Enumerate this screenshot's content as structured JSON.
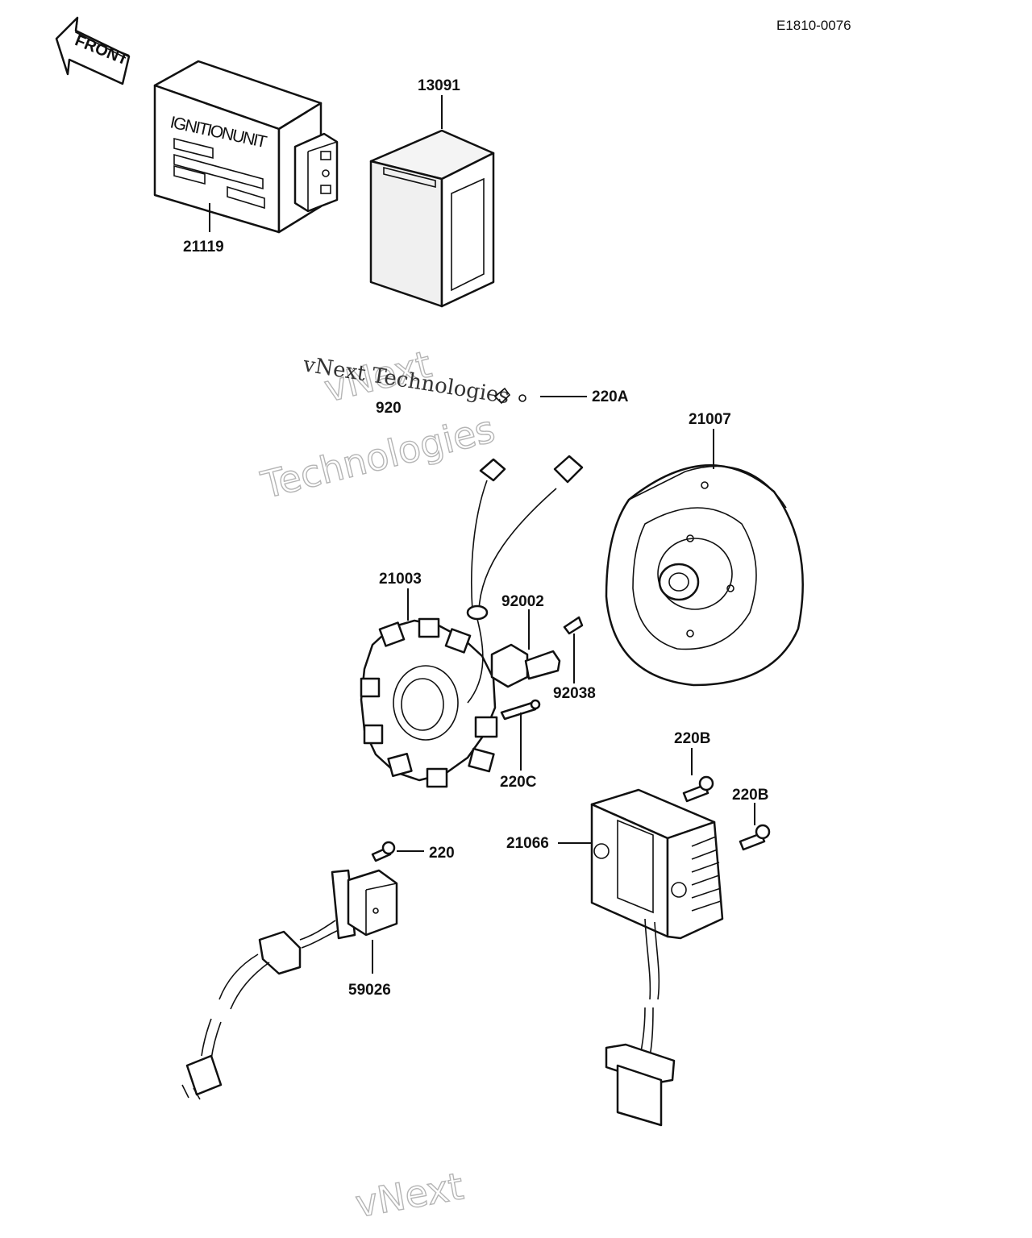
{
  "diagram_code": "E1810-0076",
  "front_arrow_label": "FRONT",
  "ignition_unit_text": "IGNITIONUNIT",
  "parts": {
    "ignition_unit": "21119",
    "cover": "13091",
    "bracket": "920",
    "screw_220a": "220A",
    "flywheel": "21007",
    "stator": "21003",
    "bolt": "92002",
    "key": "92038",
    "screw_220c": "220C",
    "screw_220b_1": "220B",
    "screw_220b_2": "220B",
    "regulator": "21066",
    "screw_220": "220",
    "pickup_coil": "59026"
  },
  "watermarks": {
    "line1": "vNext",
    "line2": "Technologies",
    "serif": "vNext Technologies",
    "bottom": "vNext"
  }
}
